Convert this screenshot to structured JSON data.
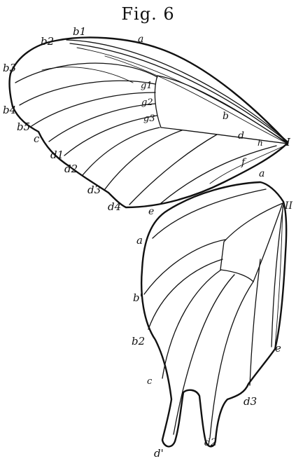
{
  "title": "Fig. 6",
  "forewing": {
    "labels": {
      "a": "a",
      "b1": "b1",
      "b2": "b2",
      "b3": "b3",
      "b4": "b4",
      "b5": "b5",
      "b": "b",
      "c": "c",
      "d1": "d1",
      "d2": "d2",
      "d3": "d3",
      "d4": "d4",
      "d": "d",
      "e": "e",
      "f": "f",
      "g1": "g1",
      "g2": "g2",
      "g3": "g3",
      "h": "h",
      "roman": "I"
    }
  },
  "hindwing": {
    "labels": {
      "a_top": "a",
      "a": "a",
      "b1": "b'",
      "b2": "b2",
      "c": "c",
      "d1": "d'",
      "d2": "d2",
      "d3": "d3",
      "e": "e",
      "roman": "II"
    }
  }
}
